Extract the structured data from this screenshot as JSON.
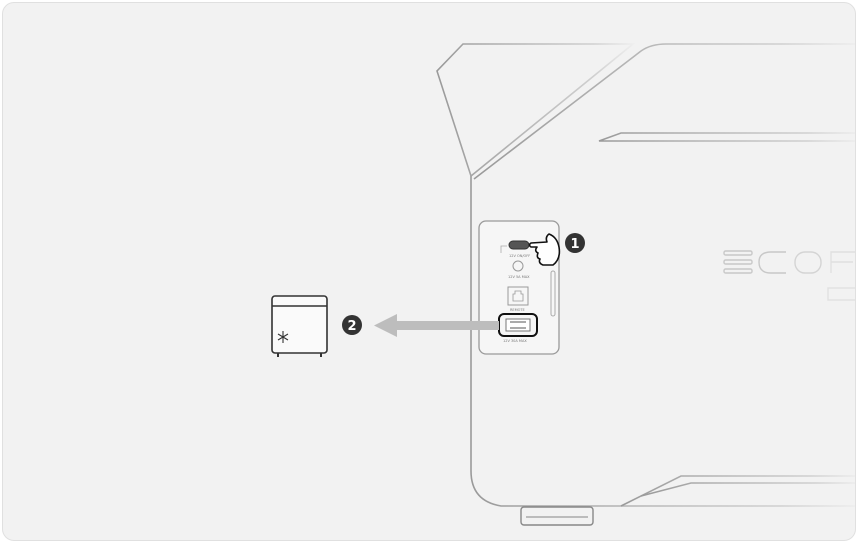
{
  "steps": [
    {
      "number": "1",
      "description_icon": "hand-pointing-icon"
    },
    {
      "number": "2",
      "description_icon": "arrow-left-icon"
    }
  ],
  "port_labels": {
    "power_button": "12V ON/OFF",
    "dc_port": "12V 5A MAX",
    "remote_port": "REMOTE",
    "car_port": "12V 30A MAX"
  },
  "logo_text": "ECOF",
  "colors": {
    "background": "#f2f2f2",
    "outline": "#a8a8a8",
    "arrow": "#bdbdbd",
    "marker": "#333333"
  }
}
